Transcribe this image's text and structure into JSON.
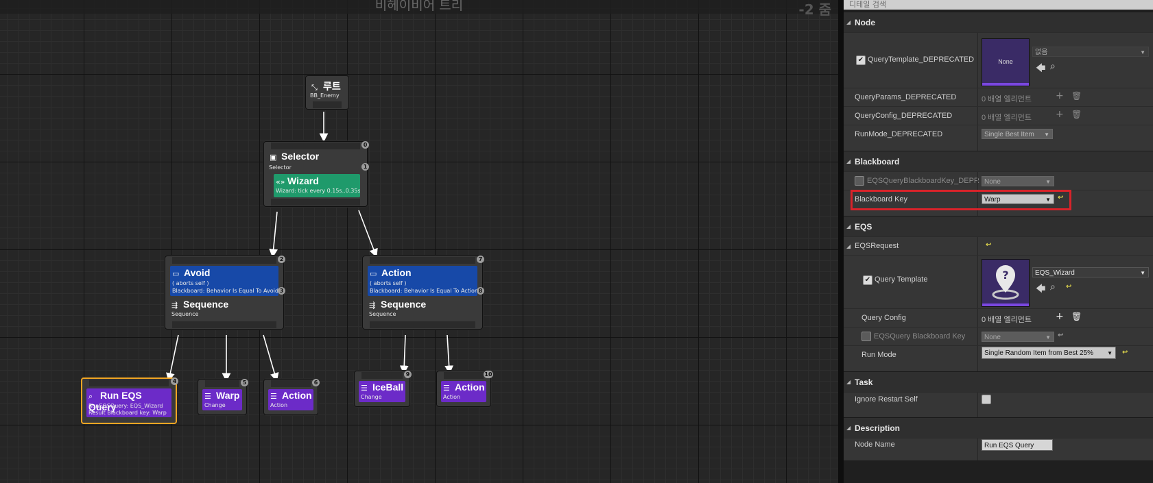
{
  "graph": {
    "title": "비헤이비어 트리",
    "zoom": "-2 줌"
  },
  "nodes": {
    "root": {
      "title": "루트",
      "sub": "BB_Enemy"
    },
    "selector": {
      "title": "Selector",
      "sub": "Selector",
      "badge": "0",
      "badge2": "1"
    },
    "wizard": {
      "title": "Wizard",
      "sub": "Wizard: tick every 0.15s..0.35s"
    },
    "avoid": {
      "title": "Avoid",
      "sub1": "( aborts self )",
      "sub2": "Blackboard: Behavior Is Equal To Avoid",
      "badge": "2",
      "badge2": "3",
      "seq_title": "Sequence",
      "seq_sub": "Sequence"
    },
    "action_comp": {
      "title": "Action",
      "sub1": "( aborts self )",
      "sub2": "Blackboard: Behavior Is Equal To Action",
      "badge": "7",
      "badge2": "8",
      "seq_title": "Sequence",
      "seq_sub": "Sequence"
    },
    "run_eqs": {
      "title": "Run EQS Query",
      "sub1": "RunEQSQuery: EQS_Wizard",
      "sub2": "Result Blackboard key: Warp",
      "badge": "4"
    },
    "warp": {
      "title": "Warp",
      "sub": "Change",
      "badge": "5"
    },
    "action1": {
      "title": "Action",
      "sub": "Action",
      "badge": "6"
    },
    "iceball": {
      "title": "IceBall",
      "sub": "Change",
      "badge": "9"
    },
    "action2": {
      "title": "Action",
      "sub": "Action",
      "badge": "10"
    }
  },
  "details": {
    "search_placeholder": "디테일 검색",
    "node_cat": "Node",
    "query_template_dep": {
      "label": "QueryTemplate_DEPRECATED",
      "thumb": "None",
      "combo": "없음"
    },
    "query_params_dep": {
      "label": "QueryParams_DEPRECATED",
      "value": "0 배열 엘리먼트"
    },
    "query_config_dep": {
      "label": "QueryConfig_DEPRECATED",
      "value": "0 배열 엘리먼트"
    },
    "run_mode_dep": {
      "label": "RunMode_DEPRECATED",
      "value": "Single Best Item"
    },
    "blackboard_cat": "Blackboard",
    "eqs_bb_key_dep": {
      "label": "EQSQueryBlackboardKey_DEPR",
      "value": "None"
    },
    "blackboard_key": {
      "label": "Blackboard Key",
      "value": "Warp"
    },
    "eqs_cat": "EQS",
    "eqs_request": {
      "label": "EQSRequest"
    },
    "query_template": {
      "label": "Query Template",
      "combo": "EQS_Wizard"
    },
    "query_config": {
      "label": "Query Config",
      "value": "0 배열 엘리먼트"
    },
    "eqs_query_bb_key": {
      "label": "EQSQuery Blackboard Key",
      "value": "None"
    },
    "run_mode": {
      "label": "Run Mode",
      "value": "Single Random Item from Best 25%"
    },
    "task_cat": "Task",
    "ignore_restart": {
      "label": "Ignore Restart Self"
    },
    "description_cat": "Description",
    "node_name": {
      "label": "Node Name",
      "value": "Run EQS Query"
    }
  },
  "colors": {
    "highlight_box": "#d8232a",
    "decorator_blue": "#1749a8",
    "service_green": "#1f9a6b",
    "task_purple": "#6c2bc8",
    "selection_orange": "#f2a623"
  }
}
